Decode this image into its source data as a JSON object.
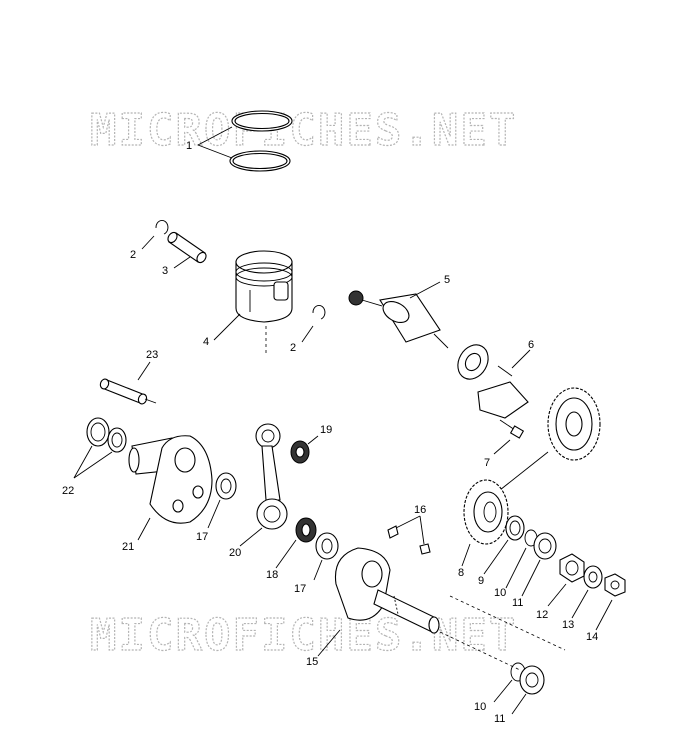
{
  "watermark": "MICROFICHES.NET",
  "callouts": {
    "c1": "1",
    "c2a": "2",
    "c2b": "2",
    "c3": "3",
    "c4": "4",
    "c5": "5",
    "c6": "6",
    "c7": "7",
    "c8": "8",
    "c9": "9",
    "c10a": "10",
    "c10b": "10",
    "c11a": "11",
    "c11b": "11",
    "c12": "12",
    "c13": "13",
    "c14": "14",
    "c15": "15",
    "c16": "16",
    "c17a": "17",
    "c17b": "17",
    "c18": "18",
    "c19": "19",
    "c20": "20",
    "c21": "21",
    "c22": "22",
    "c23": "23"
  }
}
